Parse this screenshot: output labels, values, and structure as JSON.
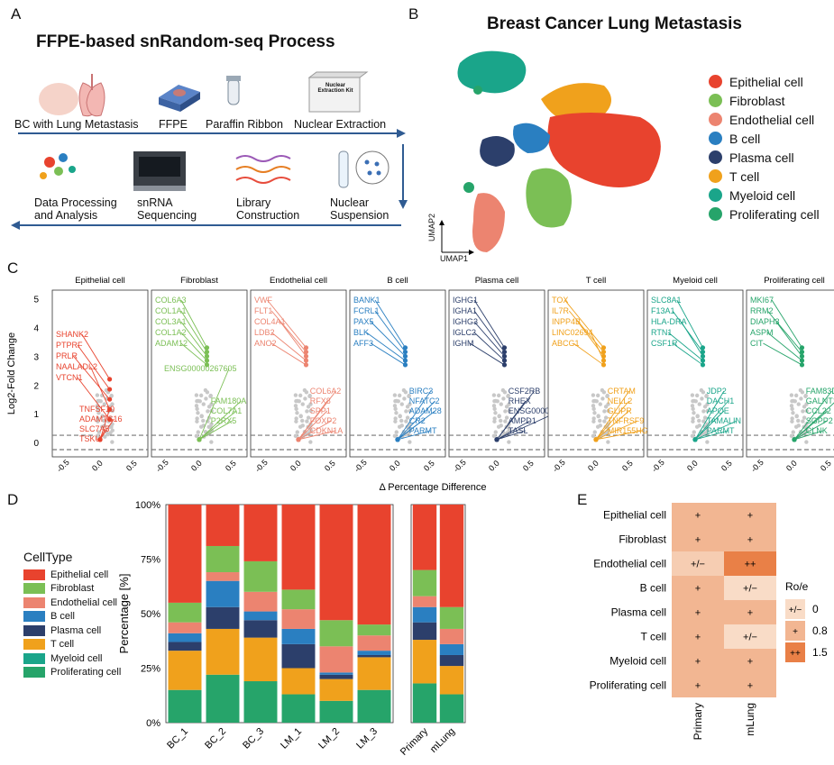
{
  "panels": {
    "A": "A",
    "B": "B",
    "C": "C",
    "D": "D",
    "E": "E"
  },
  "panelA": {
    "title": "FFPE-based snRandom-seq Process",
    "steps_row1": [
      "BC with Lung Metastasis",
      "FFPE",
      "Paraffin Ribbon",
      "Nuclear Extraction"
    ],
    "steps_row2": [
      "Data Processing\nand Analysis",
      "snRNA\nSequencing",
      "Library\nConstruction",
      "Nuclear\nSuspension"
    ],
    "kit_label": "Nuclear Extraction Kit"
  },
  "panelB": {
    "title": "Breast Cancer Lung Metastasis",
    "axis_x": "UMAP1",
    "axis_y": "UMAP2",
    "legend": [
      {
        "name": "Epithelial cell",
        "color": "#e8432e"
      },
      {
        "name": "Fibroblast",
        "color": "#7bbf55"
      },
      {
        "name": "Endothelial cell",
        "color": "#ec8470"
      },
      {
        "name": "B cell",
        "color": "#2a7fc1"
      },
      {
        "name": "Plasma cell",
        "color": "#2c3f6b"
      },
      {
        "name": "T cell",
        "color": "#f0a11c"
      },
      {
        "name": "Myeloid cell",
        "color": "#1aa58a"
      },
      {
        "name": "Proliferating cell",
        "color": "#26a46a"
      }
    ]
  },
  "panelC": {
    "ylabel": "Log2-Fold Change",
    "xlabel": "Δ Percentage Difference",
    "yticks": [
      "0",
      "1",
      "2",
      "3",
      "4",
      "5"
    ],
    "xticks": [
      "-0.5",
      "0.0",
      "0.5"
    ],
    "facets": [
      {
        "name": "Epithelial cell",
        "color": "#e8432e",
        "genes": [
          "SHANK2",
          "PTPRF",
          "PRLR",
          "NAALADL2",
          "VTCN1",
          "TNFSF10",
          "ADAMTS16",
          "SLC7A5",
          "TSKU"
        ]
      },
      {
        "name": "Fibroblast",
        "color": "#7bbf55",
        "genes": [
          "COL6A3",
          "COL1A1",
          "COL3A1",
          "COL1A2",
          "ADAM12",
          "ENSG00000267605",
          "FAM180A",
          "COL7A1",
          "P2RX5"
        ]
      },
      {
        "name": "Endothelial cell",
        "color": "#ec8470",
        "genes": [
          "VWF",
          "FLT1",
          "COL4A1",
          "LDB2",
          "ANO2",
          "COL6A2",
          "RFX8",
          "SPP1",
          "FOXP2",
          "CDKN1A"
        ]
      },
      {
        "name": "B cell",
        "color": "#2a7fc1",
        "genes": [
          "BANK1",
          "FCRL1",
          "PAX5",
          "BLK",
          "AFF3",
          "BIRC3",
          "NFATC2",
          "ADAM28",
          "CR2",
          "PARMT"
        ]
      },
      {
        "name": "Plasma cell",
        "color": "#2c3f6b",
        "genes": [
          "IGHG1",
          "IGHA1",
          "IGHG3",
          "IGLC2",
          "IGHM",
          "CSF2RB",
          "RHEX",
          "ENSG00000228",
          "AMPD1",
          "TASL"
        ]
      },
      {
        "name": "T cell",
        "color": "#f0a11c",
        "genes": [
          "TOX",
          "IL7R",
          "INPP4B",
          "LINC02694",
          "ABCG1",
          "CRTAM",
          "NELL2",
          "GLIPR",
          "TNFRSF9",
          "MIR155HG"
        ]
      },
      {
        "name": "Myeloid cell",
        "color": "#1aa58a",
        "genes": [
          "SLC8A1",
          "F13A1",
          "HLA-DRA",
          "RTN1",
          "CSF1R",
          "JDP2",
          "DACH1",
          "APOE",
          "TAMALIN",
          "PARMT"
        ]
      },
      {
        "name": "Proliferating cell",
        "color": "#26a46a",
        "genes": [
          "MKI67",
          "RRM2",
          "DIAPH3",
          "ASPM",
          "CIT",
          "FAM83D",
          "GALNT14",
          "CCL22",
          "SGPP2",
          "CLNK"
        ]
      }
    ]
  },
  "panelD": {
    "ylabel": "Percentage [%]",
    "yticks": [
      "0%",
      "25%",
      "50%",
      "75%",
      "100%"
    ],
    "legend_title": "CellType",
    "legend": [
      {
        "name": "Epithelial cell",
        "color": "#e8432e"
      },
      {
        "name": "Fibroblast",
        "color": "#7bbf55"
      },
      {
        "name": "Endothelial cell",
        "color": "#ec8470"
      },
      {
        "name": "B cell",
        "color": "#2a7fc1"
      },
      {
        "name": "Plasma cell",
        "color": "#2c3f6b"
      },
      {
        "name": "T cell",
        "color": "#f0a11c"
      },
      {
        "name": "Myeloid cell",
        "color": "#1aa58a"
      },
      {
        "name": "Proliferating cell",
        "color": "#26a46a"
      }
    ]
  },
  "panelE": {
    "rows": [
      "Epithelial cell",
      "Fibroblast",
      "Endothelial cell",
      "B cell",
      "Plasma cell",
      "T cell",
      "Myeloid cell",
      "Proliferating cell"
    ],
    "cols": [
      "Primary",
      "mLung"
    ],
    "cells": [
      [
        "+",
        "+"
      ],
      [
        "+",
        "+"
      ],
      [
        "+/−",
        "++"
      ],
      [
        "+",
        "+/−"
      ],
      [
        "+",
        "+"
      ],
      [
        "+",
        "+/−"
      ],
      [
        "+",
        "+"
      ],
      [
        "+",
        "+"
      ]
    ],
    "shades": [
      [
        0.9,
        0.9
      ],
      [
        0.9,
        0.9
      ],
      [
        0.6,
        1.6
      ],
      [
        0.9,
        0.4
      ],
      [
        0.9,
        0.9
      ],
      [
        0.9,
        0.4
      ],
      [
        0.9,
        0.9
      ],
      [
        0.9,
        0.9
      ]
    ],
    "legend_title": "Ro/e",
    "legend": [
      {
        "sym": "+/−",
        "val": "0"
      },
      {
        "sym": "+",
        "val": "0.8"
      },
      {
        "sym": "++",
        "val": "1.5"
      }
    ]
  },
  "chart_data": [
    {
      "type": "bar",
      "stacked": true,
      "categories": [
        "BC_1",
        "BC_2",
        "BC_3",
        "LM_1",
        "LM_2",
        "LM_3"
      ],
      "series": [
        {
          "name": "Proliferating cell",
          "values": [
            15,
            22,
            19,
            13,
            10,
            15
          ]
        },
        {
          "name": "Myeloid cell",
          "values": [
            0,
            0,
            0,
            0,
            0,
            0
          ]
        },
        {
          "name": "T cell",
          "values": [
            18,
            21,
            20,
            12,
            10,
            15
          ]
        },
        {
          "name": "Plasma cell",
          "values": [
            4,
            10,
            8,
            11,
            2,
            1
          ]
        },
        {
          "name": "B cell",
          "values": [
            4,
            12,
            4,
            7,
            1,
            2
          ]
        },
        {
          "name": "Endothelial cell",
          "values": [
            5,
            4,
            9,
            9,
            12,
            7
          ]
        },
        {
          "name": "Fibroblast",
          "values": [
            9,
            12,
            14,
            9,
            12,
            5
          ]
        },
        {
          "name": "Epithelial cell",
          "values": [
            45,
            19,
            26,
            39,
            53,
            55
          ]
        }
      ],
      "ylim": [
        0,
        100
      ]
    },
    {
      "type": "bar",
      "stacked": true,
      "categories": [
        "Primary",
        "mLung"
      ],
      "series": [
        {
          "name": "Proliferating cell",
          "values": [
            18,
            13
          ]
        },
        {
          "name": "Myeloid cell",
          "values": [
            0,
            0
          ]
        },
        {
          "name": "T cell",
          "values": [
            20,
            13
          ]
        },
        {
          "name": "Plasma cell",
          "values": [
            8,
            5
          ]
        },
        {
          "name": "B cell",
          "values": [
            7,
            5
          ]
        },
        {
          "name": "Endothelial cell",
          "values": [
            5,
            7
          ]
        },
        {
          "name": "Fibroblast",
          "values": [
            12,
            10
          ]
        },
        {
          "name": "Epithelial cell",
          "values": [
            30,
            47
          ]
        }
      ],
      "ylim": [
        0,
        100
      ]
    }
  ]
}
